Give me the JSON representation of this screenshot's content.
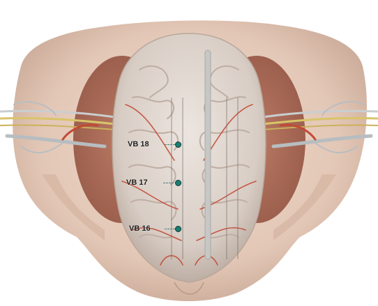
{
  "illustration": {
    "subject": "anatomical-brain-top-view",
    "colors": {
      "background": "#ffffff",
      "skin": "#e8d2c4",
      "skin_shadow": "#d7b8a6",
      "brain": "#ddd4cd",
      "brain_shadow": "#c9bcb2",
      "midline": "#c7c7c5",
      "artery": "#c24a35",
      "nerve_yellow": "#d9c46a",
      "nerve_grey": "#b8bec1",
      "acupoint": "#1a7d72"
    }
  },
  "acupoints": [
    {
      "label": "VB 18"
    },
    {
      "label": "VB 17"
    },
    {
      "label": "VB 16"
    }
  ]
}
